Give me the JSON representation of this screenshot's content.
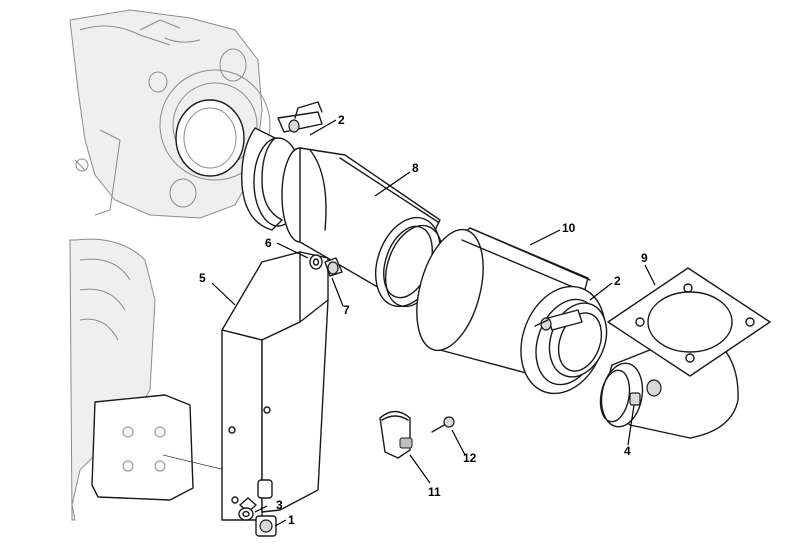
{
  "callouts": [
    {
      "id": "c1",
      "label": "1"
    },
    {
      "id": "c2a",
      "label": "2"
    },
    {
      "id": "c2b",
      "label": "2"
    },
    {
      "id": "c3",
      "label": "3"
    },
    {
      "id": "c4",
      "label": "4"
    },
    {
      "id": "c5",
      "label": "5"
    },
    {
      "id": "c6",
      "label": "6"
    },
    {
      "id": "c7",
      "label": "7"
    },
    {
      "id": "c8",
      "label": "8"
    },
    {
      "id": "c9",
      "label": "9"
    },
    {
      "id": "c10",
      "label": "10"
    },
    {
      "id": "c11",
      "label": "11"
    },
    {
      "id": "c12",
      "label": "12"
    }
  ]
}
